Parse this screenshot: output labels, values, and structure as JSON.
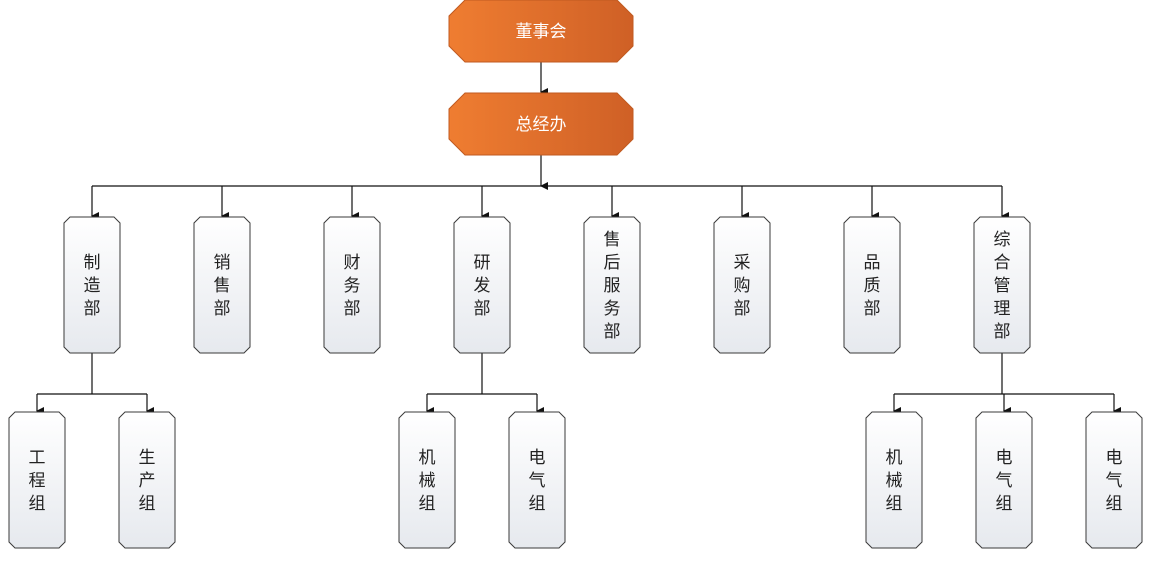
{
  "colors": {
    "top_fill_start": "#ef7d31",
    "top_fill_end": "#cf6026",
    "box_fill_top": "#ffffff",
    "box_fill_bottom": "#e6e9ee",
    "box_stroke": "#3a3a3a",
    "line": "#111111"
  },
  "top": [
    {
      "id": "board",
      "label": "董事会"
    },
    {
      "id": "gm",
      "label": "总经办"
    }
  ],
  "departments": [
    {
      "id": "d1",
      "label": "制造部",
      "children": [
        {
          "id": "c1",
          "label": "工程组"
        },
        {
          "id": "c2",
          "label": "生产组"
        }
      ]
    },
    {
      "id": "d2",
      "label": "销售部",
      "children": []
    },
    {
      "id": "d3",
      "label": "财务部",
      "children": []
    },
    {
      "id": "d4",
      "label": "研发部",
      "children": [
        {
          "id": "c3",
          "label": "机械组"
        },
        {
          "id": "c4",
          "label": "电气组"
        }
      ]
    },
    {
      "id": "d5",
      "label": "售后服务部",
      "children": []
    },
    {
      "id": "d6",
      "label": "采购部",
      "children": []
    },
    {
      "id": "d7",
      "label": "品质部",
      "children": []
    },
    {
      "id": "d8",
      "label": "综合管理部",
      "children": [
        {
          "id": "c5",
          "label": "机械组"
        },
        {
          "id": "c6",
          "label": "电气组"
        },
        {
          "id": "c7",
          "label": "电气组"
        }
      ]
    }
  ]
}
